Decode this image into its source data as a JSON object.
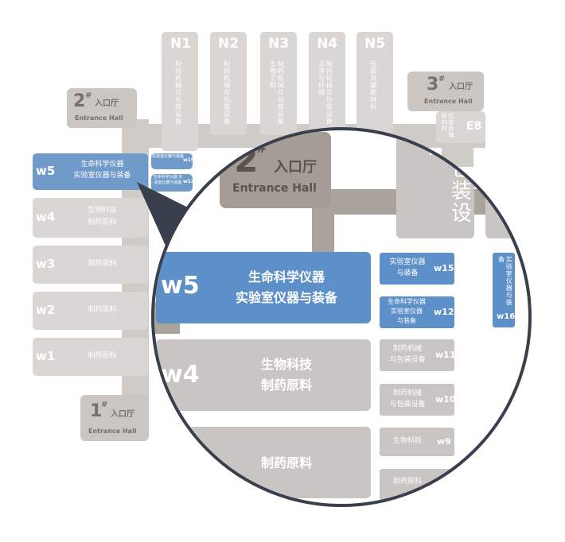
{
  "north_halls": [
    {
      "code": "N1",
      "name": "制药机械与包装设备"
    },
    {
      "code": "N2",
      "name": "制药机械与包装设备"
    },
    {
      "code": "N3",
      "name": "制药机械与包装设备 生物工程"
    },
    {
      "code": "N4",
      "name": "制药机械与包装设备 洁净与环保"
    },
    {
      "code": "N5",
      "name": "包装及辅助材料"
    }
  ],
  "entrances": {
    "hall1": {
      "num": "1",
      "mark": "#",
      "cn": "入口厅",
      "en": "Entrance Hall"
    },
    "hall2": {
      "num": "2",
      "mark": "#",
      "cn": "入口厅",
      "en": "Entrance Hall"
    },
    "hall3": {
      "num": "3",
      "mark": "#",
      "cn": "入口厅",
      "en": "Entrance Hall"
    }
  },
  "west_halls": [
    {
      "code": "w5",
      "line1": "生命科学仪器",
      "line2": "实验室仪器与装备",
      "highlight": true
    },
    {
      "code": "w4",
      "line1": "生物科技",
      "line2": "制药原料",
      "highlight": false
    },
    {
      "code": "w3",
      "line1": "制药原料",
      "line2": "",
      "highlight": false
    },
    {
      "code": "w2",
      "line1": "制药原料",
      "line2": "",
      "highlight": false
    },
    {
      "code": "w1",
      "line1": "制药原料",
      "line2": "",
      "highlight": false
    }
  ],
  "small_halls": [
    {
      "code": "w15",
      "text": "实验室仪器与装备"
    },
    {
      "code": "w12",
      "text": "生命科学仪器 实验室仪器与装备"
    }
  ],
  "east": {
    "code": "E8",
    "text": "包装及辅助材料"
  },
  "zoom": {
    "w5": {
      "code": "w5",
      "line1": "生命科学仪器",
      "line2": "实验室仪器与装备"
    },
    "w4": {
      "code": "w4",
      "line1": "生物科技",
      "line2": "制药原料"
    },
    "w3": {
      "line1": "制药原料"
    },
    "n_hall_fragment": "与包装设备",
    "w15": {
      "code": "w15",
      "line1": "实验室仪器",
      "line2": "与装备"
    },
    "w12": {
      "code": "w12",
      "line1": "生命科学仪器",
      "line2": "实验室仪器",
      "line3": "与装备"
    },
    "w11": {
      "code": "w11",
      "line1": "制药机械",
      "line2": "与包装设备"
    },
    "w10": {
      "code": "w10",
      "line1": "制药机械",
      "line2": "与包装设备"
    },
    "w9": {
      "code": "w9",
      "line1": "生物科技"
    },
    "w8": {
      "line1": "制药原料"
    },
    "w16": {
      "code": "w16",
      "text": "实验室仪器与装备"
    }
  },
  "colors": {
    "highlight": "#5d8fc8",
    "hall": "#d9d6d3",
    "entrance": "#a49c95",
    "ring": "#3a3f4d"
  }
}
